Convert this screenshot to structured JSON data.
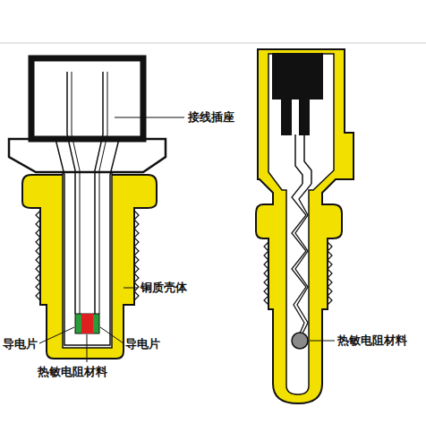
{
  "diagram": {
    "labels": [
      "接线插座",
      "铜质壳体",
      "导电片",
      "导电片",
      "热敏电阻材料",
      "热敏电阻材料"
    ]
  }
}
